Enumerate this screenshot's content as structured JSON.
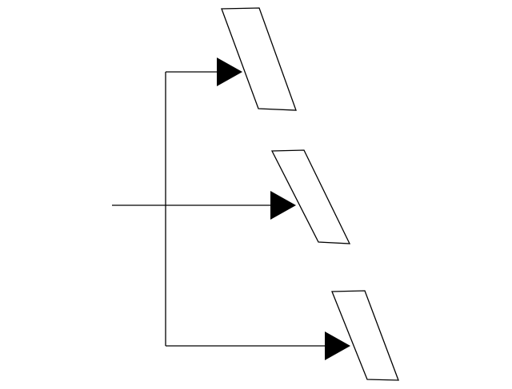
{
  "diagram": {
    "background": "#ffffff",
    "stroke_color": "#000000",
    "arrow_fill": "#000000",
    "shape_fill": "#ffffff",
    "targets": [
      {
        "shape": "slanted-parallelogram"
      },
      {
        "shape": "slanted-parallelogram"
      },
      {
        "shape": "slanted-parallelogram"
      }
    ]
  }
}
